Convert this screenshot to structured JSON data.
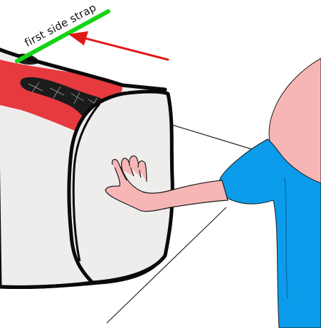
{
  "annotation": {
    "label": "first side strap"
  },
  "colors": {
    "background": "#ffffff",
    "bag_fill": "#efedec",
    "bag_outline": "#0a0a0a",
    "strap_red": "#e63a3f",
    "handle_dark": "#1c1c1c",
    "highlight_green": "#14d414",
    "arrow_red": "#e01818",
    "skin": "#f7b6b6",
    "shirt_blue": "#0a9cea",
    "text": "#111111"
  },
  "icons": {
    "arrow": "left-pointing-arrow",
    "hand": "open-palm-hand"
  }
}
